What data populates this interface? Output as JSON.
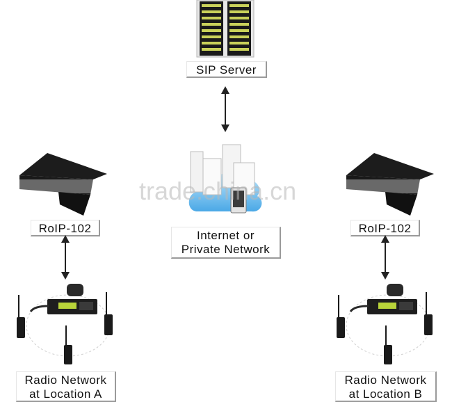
{
  "nodes": {
    "sip_server": {
      "label": "SIP Server"
    },
    "network": {
      "line1": "Internet or",
      "line2": "Private Network"
    },
    "roip_a": {
      "label": "RoIP-102"
    },
    "roip_b": {
      "label": "RoIP-102"
    },
    "radio_a": {
      "line1": "Radio Network",
      "line2": "at Location A"
    },
    "radio_b": {
      "line1": "Radio Network",
      "line2": "at Location B"
    }
  },
  "watermark": "trade.china.cn",
  "icons": {
    "server": "server-rack-icon",
    "cloud": "cloud-network-icon",
    "gateway": "roip-gateway-icon",
    "radio": "mobile-radio-icon",
    "walkie": "walkie-talkie-icon",
    "arrow": "bidirectional-arrow-icon"
  }
}
